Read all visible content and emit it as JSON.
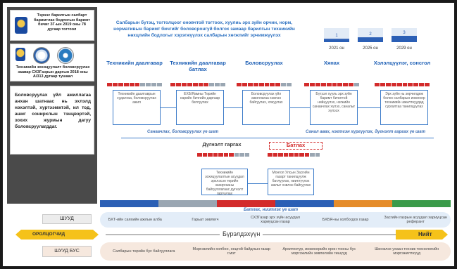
{
  "left_panel": {
    "resolution_text": "Тэрээс барилгын салбарт баримтлах бодлогын баримт бичиг ЗГ-ын 2019 оны 78 дугаар тогтоол",
    "order_text": "Техникийн зохицуулалт боловсруулах заавар СХЗГазрын даргын 2018 оны А/313 дугаар тушаал",
    "description_text": "Боловсруулах үйл ажиллагаа анхан шатнаас нь эхлэлд нэхэлтэй, хуртээмжтэй, ил тод, ашиг сонирхлын тэнцвэртэй, зохих журмын дагуу боловсруулагддаг."
  },
  "header": {
    "intro_text": "Салбарын бутэц, тогтолцоог оновчтой тогтоох, хуулиь эрх зуйн орчин, норм, нормативын баримт бичгийг боловсронгуй болгох замаар барилгын техникийн нөхцлийн бодлогыг хэрэгжүүлэх салбарын хөгжлийг эрчимжүүлэх"
  },
  "year_chart": {
    "type": "bar",
    "categories": [
      "2021 он",
      "2025 он",
      "2029 он"
    ],
    "values": [
      1,
      2,
      3
    ]
  },
  "stages": [
    {
      "title": "Техникийн даалгавар",
      "box": "Техникийн даалгаврын судалгаа, боловсруулах ажил"
    },
    {
      "title": "Техникийн даалгавар батлах",
      "box": "ЕХБ/Яамны Төрийн нарийн бичгийн даргаар батлуулах"
    },
    {
      "title": "Боловсруулах",
      "box": "Боловсруулах үйл ажиллагаа хэвлэн байгуулах, хянуулах"
    },
    {
      "title": "Хянах",
      "box": "Бүтээл хууль эрх зүйн баримт бичигтэй нийцүүлэх, нэгжийн санаачлах хүлэх, саналыг хүлээх"
    },
    {
      "title": "Хэлэлцүүлэг, сонсгол",
      "box": "Эрх зүйн нь зөрчилдөж болох салбарын инженер техникийн ажилтнуудад сургалтаа танилцуулах"
    }
  ],
  "notes": {
    "left": "Санаачлах, боловсруулах үе шат",
    "right": "Санал авах, нэгтгэн хүргүүлэх, дүгнэлт гаргах үе шат",
    "bottom": "Батлах, ниитлэх үе шат"
  },
  "lower_stages": [
    {
      "title": "Дүгнэлт гаргах",
      "box": "Техникийн зохицуулалтын асуудал эрхлэсэн төрийн захиргааны байгууллагаас дүгнэлт гаргуулах"
    },
    {
      "title": "Батлах",
      "box": "Монгол Улсын Засгийн газарт танилцуулж батлуулах, ниитлүүлэх ажлыг хэвлэн байгуулах"
    }
  ],
  "bands": {
    "direct_label": "ШУУД",
    "participant_label": "ОРОЛЦОГЧИД",
    "public_label": "Бүрэлдэхүүн",
    "public_end": "Нийт",
    "indirect_label": "ШУУД БУС",
    "direct_items": [
      "БХТ-ийн саяхийн ажлын алба",
      "Гарьат зөвлөгч",
      "СХЗГазар эрх зүйн асуудал хариуцсан газар",
      "БХБЯ-ны холбогдох газар",
      "Засгийн газрын асуудал хариуцсан реферант"
    ],
    "indirect_items": [
      "Салбарын төрийн бус байгууллага",
      "Мэргэжлийн холбоо, онцгой байдлын газар г.мэт",
      "Архитектур, инженерийн орон тооны бус мэргэжлийн зөвлөлийн гишүүд",
      "Шинжлэх ухаан техник технологийн мэргэжилтнүүд"
    ]
  },
  "colors": {
    "accent_blue": "#2b5fb5",
    "accent_red": "#d32b2b",
    "arrow_yellow": "#f5c21a"
  }
}
